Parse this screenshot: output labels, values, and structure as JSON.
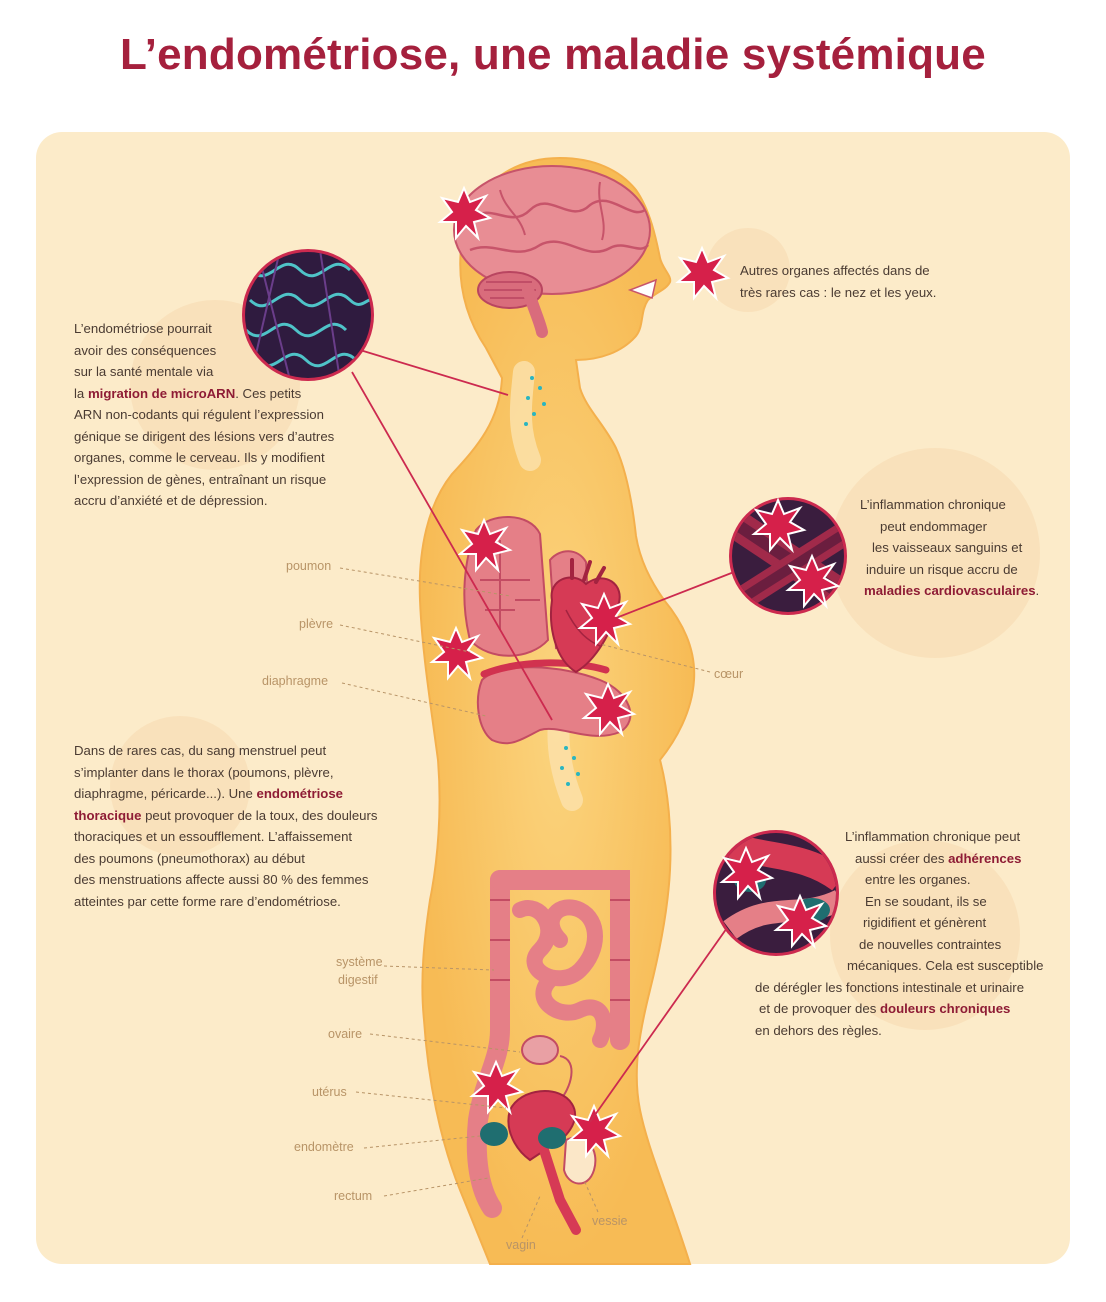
{
  "title": "L’endométriose, une maladie systémique",
  "texts": {
    "mental_health": [
      {
        "t": "L’endométriose pourrait"
      },
      {
        "t": "avoir des conséquences"
      },
      {
        "t": "sur la santé mentale via"
      },
      {
        "t": "la ",
        "b": "migration de microARN",
        "e": ". Ces petits"
      },
      {
        "t": "ARN non-codants qui régulent l’expression"
      },
      {
        "t": "génique se dirigent des lésions vers d’autres"
      },
      {
        "t": "organes, comme le cerveau. Ils y modifient"
      },
      {
        "t": "l’expression de gènes, entraînant un risque"
      },
      {
        "t": "accru d’anxiété et de dépression."
      }
    ],
    "other_organs": [
      {
        "t": "Autres organes affectés dans de"
      },
      {
        "t": "très rares cas : le nez et les yeux."
      }
    ],
    "cardio": [
      {
        "t": "L’inflammation chronique"
      },
      {
        "t": "peut endommager"
      },
      {
        "t": "les vaisseaux sanguins et"
      },
      {
        "t": "induire un risque accru de"
      },
      {
        "b": "maladies cardiovasculaires",
        "e": "."
      }
    ],
    "thorax": [
      {
        "t": "Dans de rares cas, du sang menstruel peut"
      },
      {
        "t": "s’implanter dans le thorax (poumons, plèvre,"
      },
      {
        "t": "diaphragme, péricarde...). Une ",
        "b": "endométriose"
      },
      {
        "b": "thoracique",
        "e": " peut provoquer de la toux, des douleurs"
      },
      {
        "t": "thoraciques et un essoufflement. L’affaissement"
      },
      {
        "t": "des poumons (pneumothorax) au début"
      },
      {
        "t": "des menstruations affecte aussi 80 % des femmes"
      },
      {
        "t": "atteintes par cette forme rare d’endométriose."
      }
    ],
    "adhesions": [
      {
        "t": "L’inflammation chronique peut"
      },
      {
        "t": "aussi créer des ",
        "b": "adhérences"
      },
      {
        "t": "entre les organes."
      },
      {
        "t": "En se soudant, ils se"
      },
      {
        "t": "rigidifient et génèrent"
      },
      {
        "t": "de nouvelles contraintes"
      },
      {
        "t": "mécaniques. Cela est susceptible"
      },
      {
        "t": "de dérégler les fonctions intestinale et urinaire"
      },
      {
        "t": "et de provoquer des ",
        "b": "douleurs chroniques"
      },
      {
        "t": "en dehors des règles."
      }
    ]
  },
  "labels": {
    "poumon": "poumon",
    "plevre": "plèvre",
    "diaphragme": "diaphragme",
    "coeur": "cœur",
    "systeme_1": "système",
    "systeme_2": "digestif",
    "ovaire": "ovaire",
    "uterus": "utérus",
    "endometre": "endomètre",
    "rectum": "rectum",
    "vessie": "vessie",
    "vagin": "vagin"
  },
  "colors": {
    "title": "#a5203d",
    "panel": "#fcebc9",
    "body": "#f7c468",
    "organ": "#e57f87",
    "lesion": "#d6204a",
    "circle_dark": "#2f1b3f",
    "leader": "#cc2a4f"
  }
}
